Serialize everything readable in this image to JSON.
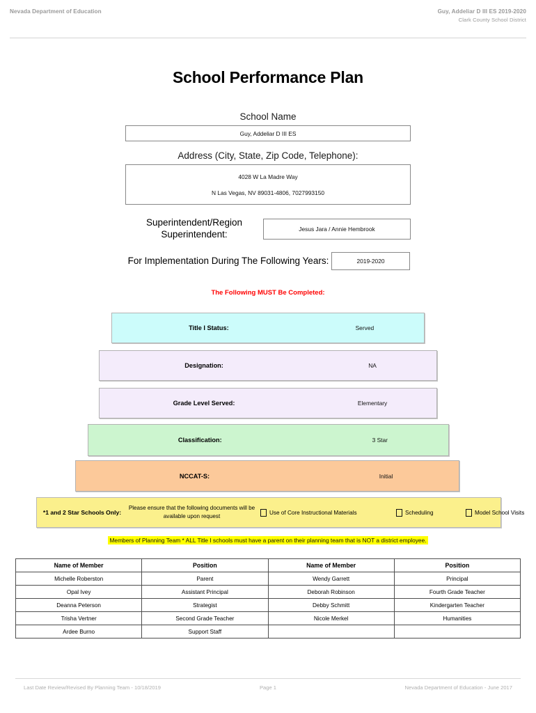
{
  "header": {
    "left": "Nevada Department of Education",
    "right_line1": "Guy, Addeliar D III ES  2019-2020",
    "right_line2": "Clark County School District"
  },
  "title": "School Performance Plan",
  "info": {
    "school_name_label": "School Name",
    "school_name_value": "Guy, Addeliar D III ES",
    "address_label": "Address (City, State, Zip Code, Telephone):",
    "address_line1": "4028 W La Madre Way",
    "address_line2": "N Las Vegas, NV  89031-4806, 7027993150",
    "superintendent_label": "Superintendent/Region Superintendent:",
    "superintendent_value": "Jesus Jara / Annie Hembrook",
    "years_label": "For Implementation During The Following Years:",
    "years_value": "2019-2020"
  },
  "must_complete_notice": "The Following MUST Be Completed:",
  "status_bars": [
    {
      "label": "Title I Status:",
      "value": "Served",
      "color": "#ccfcfb"
    },
    {
      "label": "Designation:",
      "value": "NA",
      "color": "#f4ecfb"
    },
    {
      "label": "Grade Level Served:",
      "value": "Elementary",
      "color": "#f4ecfb"
    },
    {
      "label": "Classification:",
      "value": "3 Star",
      "color": "#ccf5cf"
    },
    {
      "label": "NCCAT-S:",
      "value": "Initial",
      "color": "#fcc99a"
    }
  ],
  "star_schools_band": {
    "highlight_color": "#fbf08c",
    "star_label": "*1 and 2 Star Schools Only:",
    "note": "Please ensure that the following documents will be available upon request",
    "checkboxes": [
      {
        "label": "Use of Core Instructional Materials",
        "checked": false
      },
      {
        "label": "Scheduling",
        "checked": false
      },
      {
        "label": "Model School Visits",
        "checked": false
      }
    ]
  },
  "team_note": {
    "text": "Members of Planning Team * ALL Title I schools must have a parent on their planning team that is NOT a district employee.",
    "highlight_color": "#ffff00"
  },
  "members_table": {
    "headers": [
      "Name of Member",
      "Position",
      "Name of Member",
      "Position"
    ],
    "rows": [
      [
        "Michelle Roberston",
        "Parent",
        "Wendy Garrett",
        "Principal"
      ],
      [
        "Opal Ivey",
        "Assistant Principal",
        "Deborah Robinson",
        "Fourth Grade Teacher"
      ],
      [
        "Deanna Peterson",
        "Strategist",
        "Debby Schmitt",
        "Kindergarten Teacher"
      ],
      [
        "Trisha Vertner",
        "Second Grade Teacher",
        "Nicole Merkel",
        "Humanities"
      ],
      [
        "Ardee Burno",
        "Support Staff",
        "",
        ""
      ]
    ]
  },
  "footer": {
    "left": "Last Date Review/Revised By Planning Team - 10/18/2019",
    "center": "Page 1",
    "right": "Nevada Department of Education - June 2017"
  }
}
